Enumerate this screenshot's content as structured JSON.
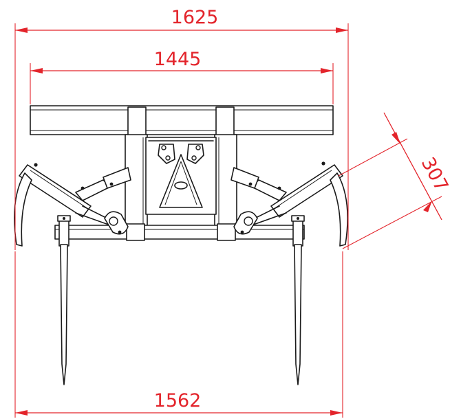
{
  "dimensions": {
    "overall_width": "1625",
    "frame_width": "1445",
    "tine_spacing": "1562",
    "arm_depth": "307"
  },
  "colors": {
    "dimension": "#e3242b",
    "outline": "#1a1a1a",
    "background": "#ffffff"
  }
}
